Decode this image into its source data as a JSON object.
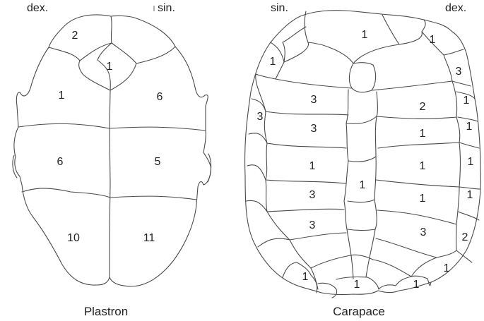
{
  "figure": {
    "plastron": {
      "caption": "Plastron",
      "side_left": "dex.",
      "side_right": "sin.",
      "scute_counts": [
        {
          "id": "top-left",
          "value": "2"
        },
        {
          "id": "center",
          "value": "1"
        },
        {
          "id": "upper-left",
          "value": "1"
        },
        {
          "id": "upper-right",
          "value": "6"
        },
        {
          "id": "middle-left",
          "value": "6"
        },
        {
          "id": "middle-right",
          "value": "5"
        },
        {
          "id": "lower-left",
          "value": "10"
        },
        {
          "id": "lower-right",
          "value": "11"
        }
      ]
    },
    "carapace": {
      "caption": "Carapace",
      "side_left": "sin.",
      "side_right": "dex.",
      "scute_counts": [
        {
          "id": "nuchal-center",
          "value": "1"
        },
        {
          "id": "marginal-top-right",
          "value": "1"
        },
        {
          "id": "marginal-left-1",
          "value": "1"
        },
        {
          "id": "marginal-right-2",
          "value": "3"
        },
        {
          "id": "left-row-1",
          "value": "3"
        },
        {
          "id": "right-row-1",
          "value": "2"
        },
        {
          "id": "marginal-right-3",
          "value": "1"
        },
        {
          "id": "marginal-left-2",
          "value": "3"
        },
        {
          "id": "left-row-2",
          "value": "3"
        },
        {
          "id": "right-row-2",
          "value": "1"
        },
        {
          "id": "marginal-right-4",
          "value": "1"
        },
        {
          "id": "left-row-3",
          "value": "1"
        },
        {
          "id": "right-row-3",
          "value": "1"
        },
        {
          "id": "marginal-right-5",
          "value": "1"
        },
        {
          "id": "vertebral-center",
          "value": "1"
        },
        {
          "id": "left-row-4",
          "value": "3"
        },
        {
          "id": "right-row-4",
          "value": "1"
        },
        {
          "id": "marginal-right-6",
          "value": "1"
        },
        {
          "id": "left-row-5",
          "value": "3"
        },
        {
          "id": "right-row-5",
          "value": "3"
        },
        {
          "id": "marginal-right-7",
          "value": "2"
        },
        {
          "id": "marginal-right-8",
          "value": "1"
        },
        {
          "id": "marginal-bottom-left",
          "value": "1"
        },
        {
          "id": "bottom-center",
          "value": "1"
        },
        {
          "id": "marginal-bottom-right",
          "value": "1"
        }
      ]
    }
  }
}
